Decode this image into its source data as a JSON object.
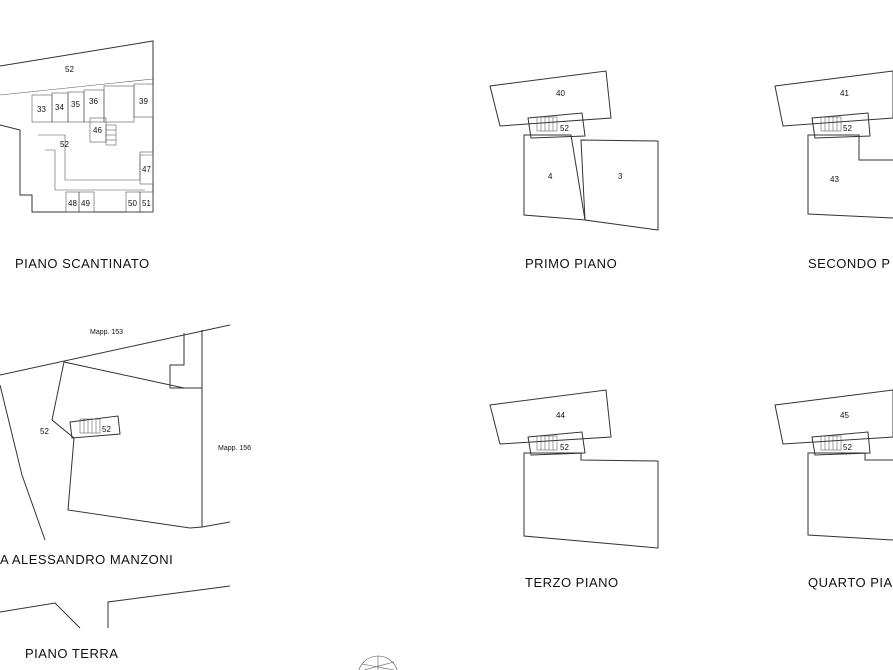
{
  "captions": {
    "piano_scantinato": "PIANO  SCANTINATO",
    "primo_piano": "PRIMO  PIANO",
    "secondo_piano": "SECONDO  P",
    "piano_terra_street": "A     ALESSANDRO  MANZONI",
    "terzo_piano": "TERZO  PIANO",
    "quarto_piano": "QUARTO  PIA",
    "piano_terra": "PIANO  TERRA"
  },
  "scantinato": {
    "common": "52",
    "common_inner": "52",
    "units": [
      "33",
      "34",
      "35",
      "36",
      "39",
      "46",
      "47",
      "48",
      "49",
      "50",
      "51"
    ]
  },
  "primo": {
    "upper": "40",
    "stair": "52",
    "left": "4",
    "right": "3"
  },
  "secondo": {
    "upper": "41",
    "stair": "52",
    "lower": "43"
  },
  "terra": {
    "map_top": "Mapp. 153",
    "map_right": "Mapp. 156",
    "yard": "52",
    "stair": "52"
  },
  "terzo": {
    "upper": "44",
    "stair": "52"
  },
  "quarto": {
    "upper": "45",
    "stair": "52"
  }
}
